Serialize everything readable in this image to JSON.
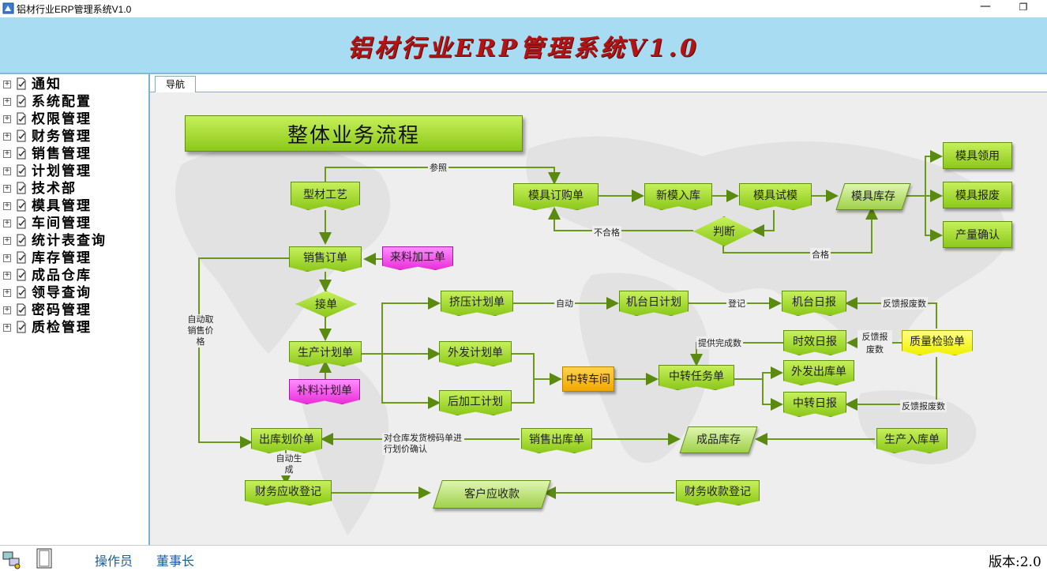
{
  "window": {
    "title": "铝材行业ERP管理系统V1.0",
    "minimize": "—",
    "maximize": "❐"
  },
  "banner": {
    "title": "铝材行业ERP管理系统V1.0"
  },
  "sidebar": {
    "items": [
      {
        "label": "通知"
      },
      {
        "label": "系统配置"
      },
      {
        "label": "权限管理"
      },
      {
        "label": "财务管理"
      },
      {
        "label": "销售管理"
      },
      {
        "label": "计划管理"
      },
      {
        "label": "技术部"
      },
      {
        "label": "模具管理"
      },
      {
        "label": "车间管理"
      },
      {
        "label": "统计表查询"
      },
      {
        "label": "库存管理"
      },
      {
        "label": "成品仓库"
      },
      {
        "label": "领导查询"
      },
      {
        "label": "密码管理"
      },
      {
        "label": "质检管理"
      }
    ]
  },
  "tabs": {
    "nav": "导航"
  },
  "flow": {
    "title": "整体业务流程",
    "nodes": {
      "profile_process": "型材工艺",
      "sales_order": "销售订单",
      "incoming_processing": "来料加工单",
      "order_decision": "接单",
      "production_plan": "生产计划单",
      "replenish_plan": "补料计划单",
      "extrusion_plan": "挤压计划单",
      "outsource_plan": "外发计划单",
      "post_process_plan": "后加工计划",
      "machine_plan": "机台日计划",
      "machine_report": "机台日报",
      "aging_report": "时效日报",
      "quality_check": "质量检验单",
      "transfer_workshop": "中转车间",
      "transfer_task": "中转任务单",
      "outsource_out": "外发出库单",
      "transfer_report": "中转日报",
      "mold_purchase": "模具订购单",
      "new_mold_in": "新模入库",
      "mold_trial": "模具试模",
      "mold_stock": "模具库存",
      "mold_judge": "判断",
      "mold_use": "模具领用",
      "mold_scrap": "模具报废",
      "output_confirm": "产量确认",
      "out_pricing": "出库划价单",
      "sales_out": "销售出库单",
      "finished_stock": "成品库存",
      "production_in": "生产入库单",
      "receivable_reg": "财务应收登记",
      "customer_ar": "客户应收款",
      "receipt_reg": "财务收款登记"
    },
    "labels": {
      "ref": "参照",
      "unqualified": "不合格",
      "qualified": "合格",
      "auto": "自动",
      "register": "登记",
      "feedback_scrap1": "反馈报废数",
      "provide_done": "提供完成数",
      "feedback_scrap2": "反馈报废数",
      "feedback_scrap3": "反馈报废数",
      "auto_cancel": "自动取销售价格",
      "auto_gen": "自动生成",
      "warehouse_pricing": "对仓库发货榜码单进行划价确认"
    }
  },
  "status": {
    "user": "操作员",
    "role": "董事长",
    "version": "版本:2.0"
  }
}
